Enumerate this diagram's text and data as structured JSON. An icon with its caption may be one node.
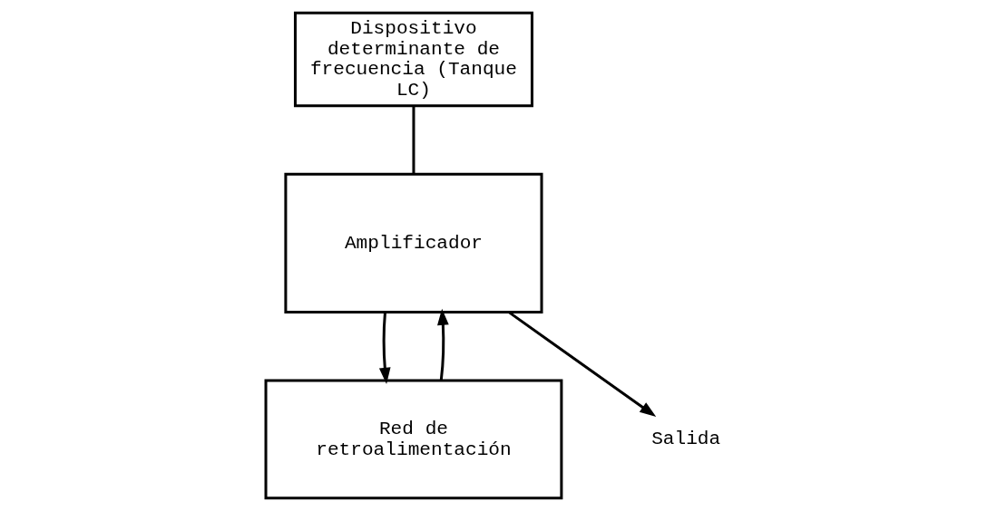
{
  "diagram": {
    "nodes": [
      {
        "text": [
          "Dispositivo determinante de frecuencia (Tanque LC)"
        ]
      },
      {
        "text": [
          "Red de retroalimentación"
        ]
      },
      {
        "text": [
          "Salida"
        ]
      },
      {
        "text": [
          "Amplificador"
        ]
      }
    ],
    "edges": [
      {
        "from": 0,
        "to": 3,
        "arrow": "none"
      },
      {
        "from": 3,
        "to": 1,
        "arrow": "to"
      },
      {
        "from": 3,
        "to": 2,
        "arrow": "to"
      },
      {
        "from": 1,
        "to": 3,
        "arrow": "to"
      }
    ]
  }
}
